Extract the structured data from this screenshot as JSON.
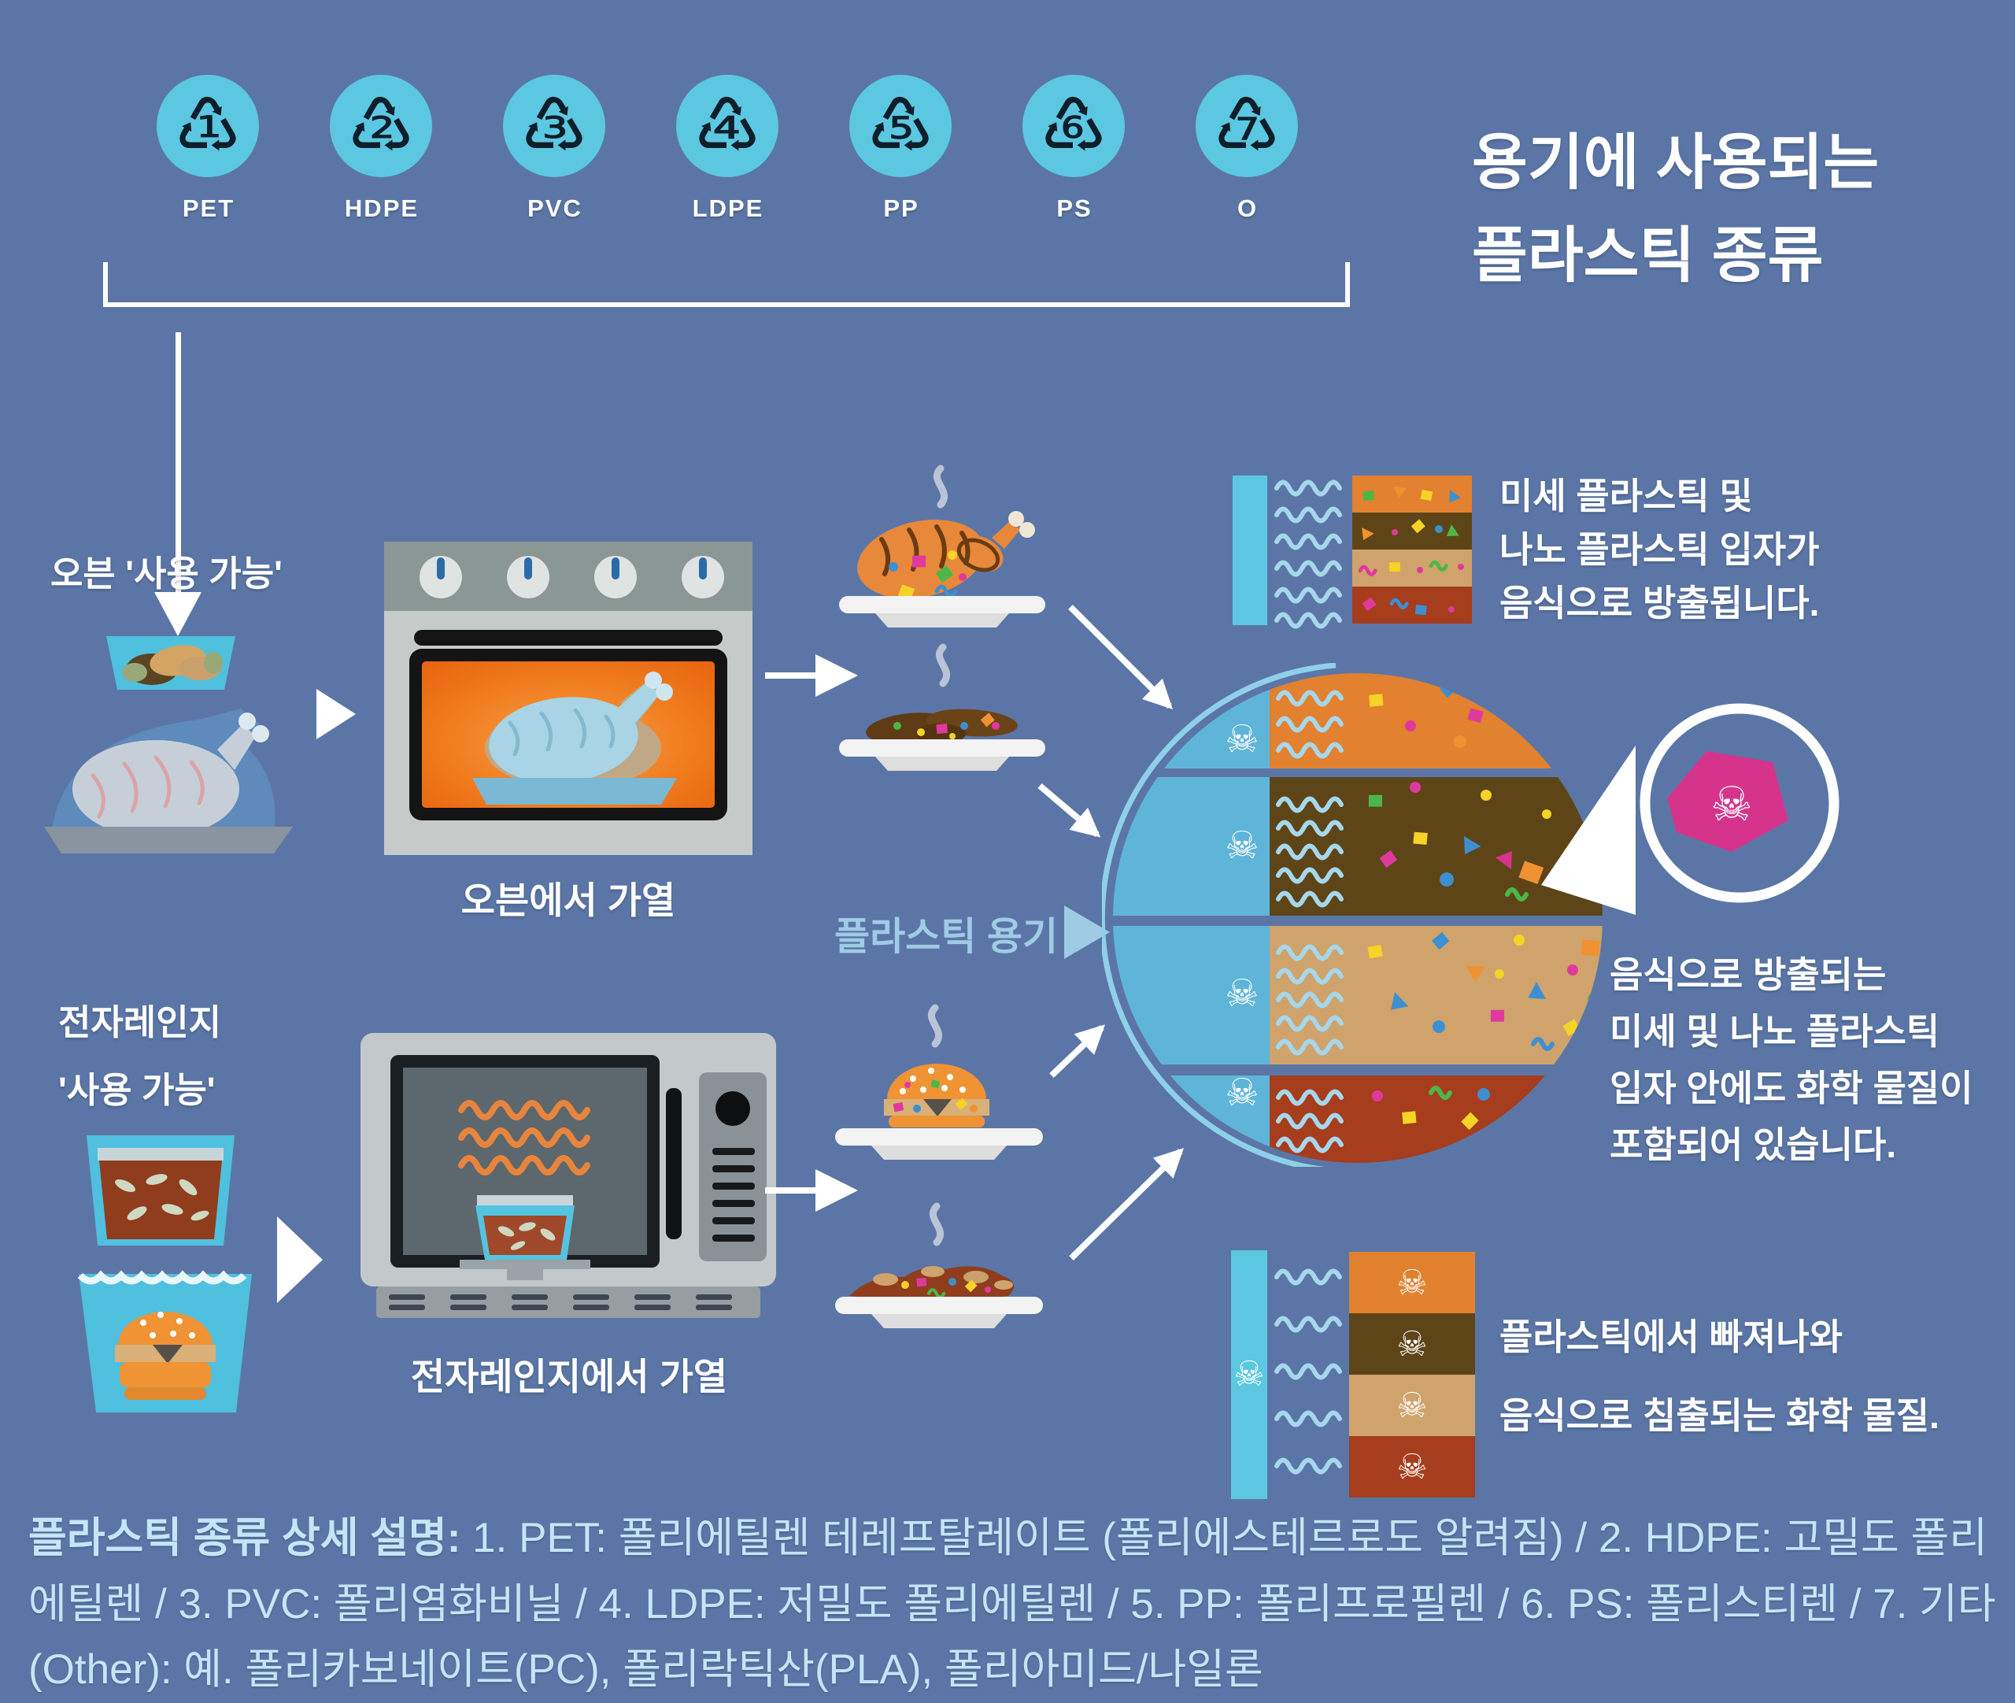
{
  "title": {
    "line1": "용기에 사용되는",
    "line2": "플라스틱 종류"
  },
  "recycling": {
    "items": [
      {
        "num": "1",
        "label": "PET",
        "glyph": "♳"
      },
      {
        "num": "2",
        "label": "HDPE",
        "glyph": "♴"
      },
      {
        "num": "3",
        "label": "PVC",
        "glyph": "♵"
      },
      {
        "num": "4",
        "label": "LDPE",
        "glyph": "♶"
      },
      {
        "num": "5",
        "label": "PP",
        "glyph": "♷"
      },
      {
        "num": "6",
        "label": "PS",
        "glyph": "♸"
      },
      {
        "num": "7",
        "label": "O",
        "glyph": "♹"
      }
    ]
  },
  "oven_section": {
    "safe_label": "오븐 '사용 가능'",
    "caption": "오븐에서 가열"
  },
  "microwave_section": {
    "safe_label_line1": "전자레인지",
    "safe_label_line2": "'사용 가능'",
    "caption": "전자레인지에서 가열"
  },
  "plastic_container_label": "플라스틱 용기",
  "annotations": {
    "top": {
      "line1": "미세 플라스틱 및",
      "line2": "나노 플라스틱 입자가",
      "line3": "음식으로 방출됩니다."
    },
    "middle": {
      "line1": "음식으로 방출되는",
      "line2": "미세 및 나노 플라스틱",
      "line3": "입자 안에도 화학 물질이",
      "line4": "포함되어 있습니다."
    },
    "bottom": {
      "line1": "플라스틱에서 빠져나와",
      "line2": "음식으로 침출되는 화학 물질."
    }
  },
  "footer": {
    "lead": "플라스틱 종류 상세 설명:",
    "body": " 1. PET: 폴리에틸렌 테레프탈레이트 (폴리에스테르로도 알려짐) / 2. HDPE: 고밀도 폴리에틸렌 / 3. PVC: 폴리염화비닐 / 4. LDPE: 저밀도 폴리에틸렌 / 5. PP: 폴리프로필렌 / 6. PS: 폴리스티렌 / 7. 기타(Other): 예. 폴리카보네이트(PC), 폴리락틱산(PLA), 폴리아미드/나일론"
  },
  "icons": {
    "skull": "☠"
  },
  "colors": {
    "background": "#5b76a6",
    "recycle_circle": "#5cc7e0",
    "accent_lightblue": "#9fcbe4",
    "footer_text": "#c3e5f6",
    "band_orange": "#e2812f",
    "band_brown": "#5e4518",
    "band_tan": "#cfa36b",
    "band_red": "#a63d1c",
    "container_blue": "#5fb5d9",
    "poison_pink": "#d6348c",
    "oven_glow": "#e7620e",
    "confetti": [
      "#f5d327",
      "#e0399e",
      "#3e8fd0",
      "#4cb748",
      "#f09132"
    ]
  }
}
